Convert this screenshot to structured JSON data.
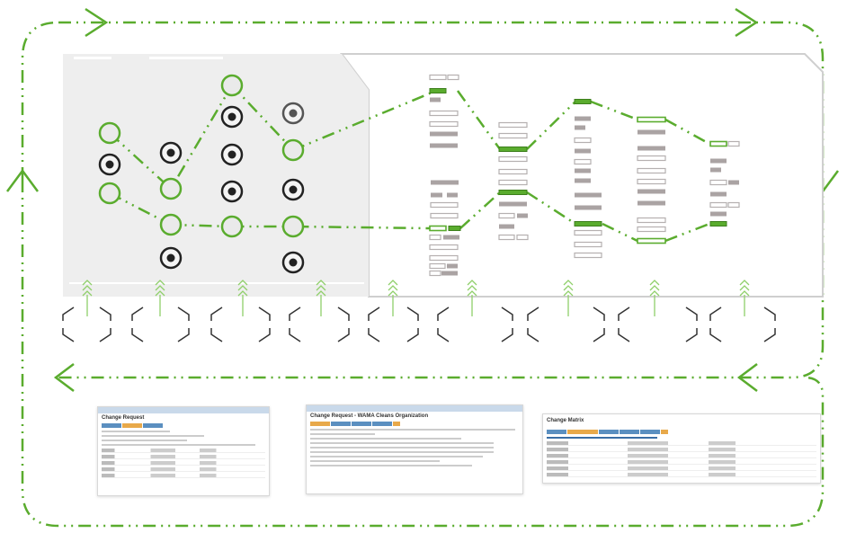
{
  "colors": {
    "accent_green": "#5aac2e",
    "panel_gray": "#eeeeee",
    "panel_border": "#cfcfcf",
    "node_dark": "#222222",
    "bar_gray": "#aaa3a3",
    "bar_outline": "#b5b0b0"
  },
  "thumbnails": [
    {
      "title": "Change Request"
    },
    {
      "title": "Change Request - WAMA Cleans Organization"
    },
    {
      "title": "Change Matrix"
    }
  ]
}
